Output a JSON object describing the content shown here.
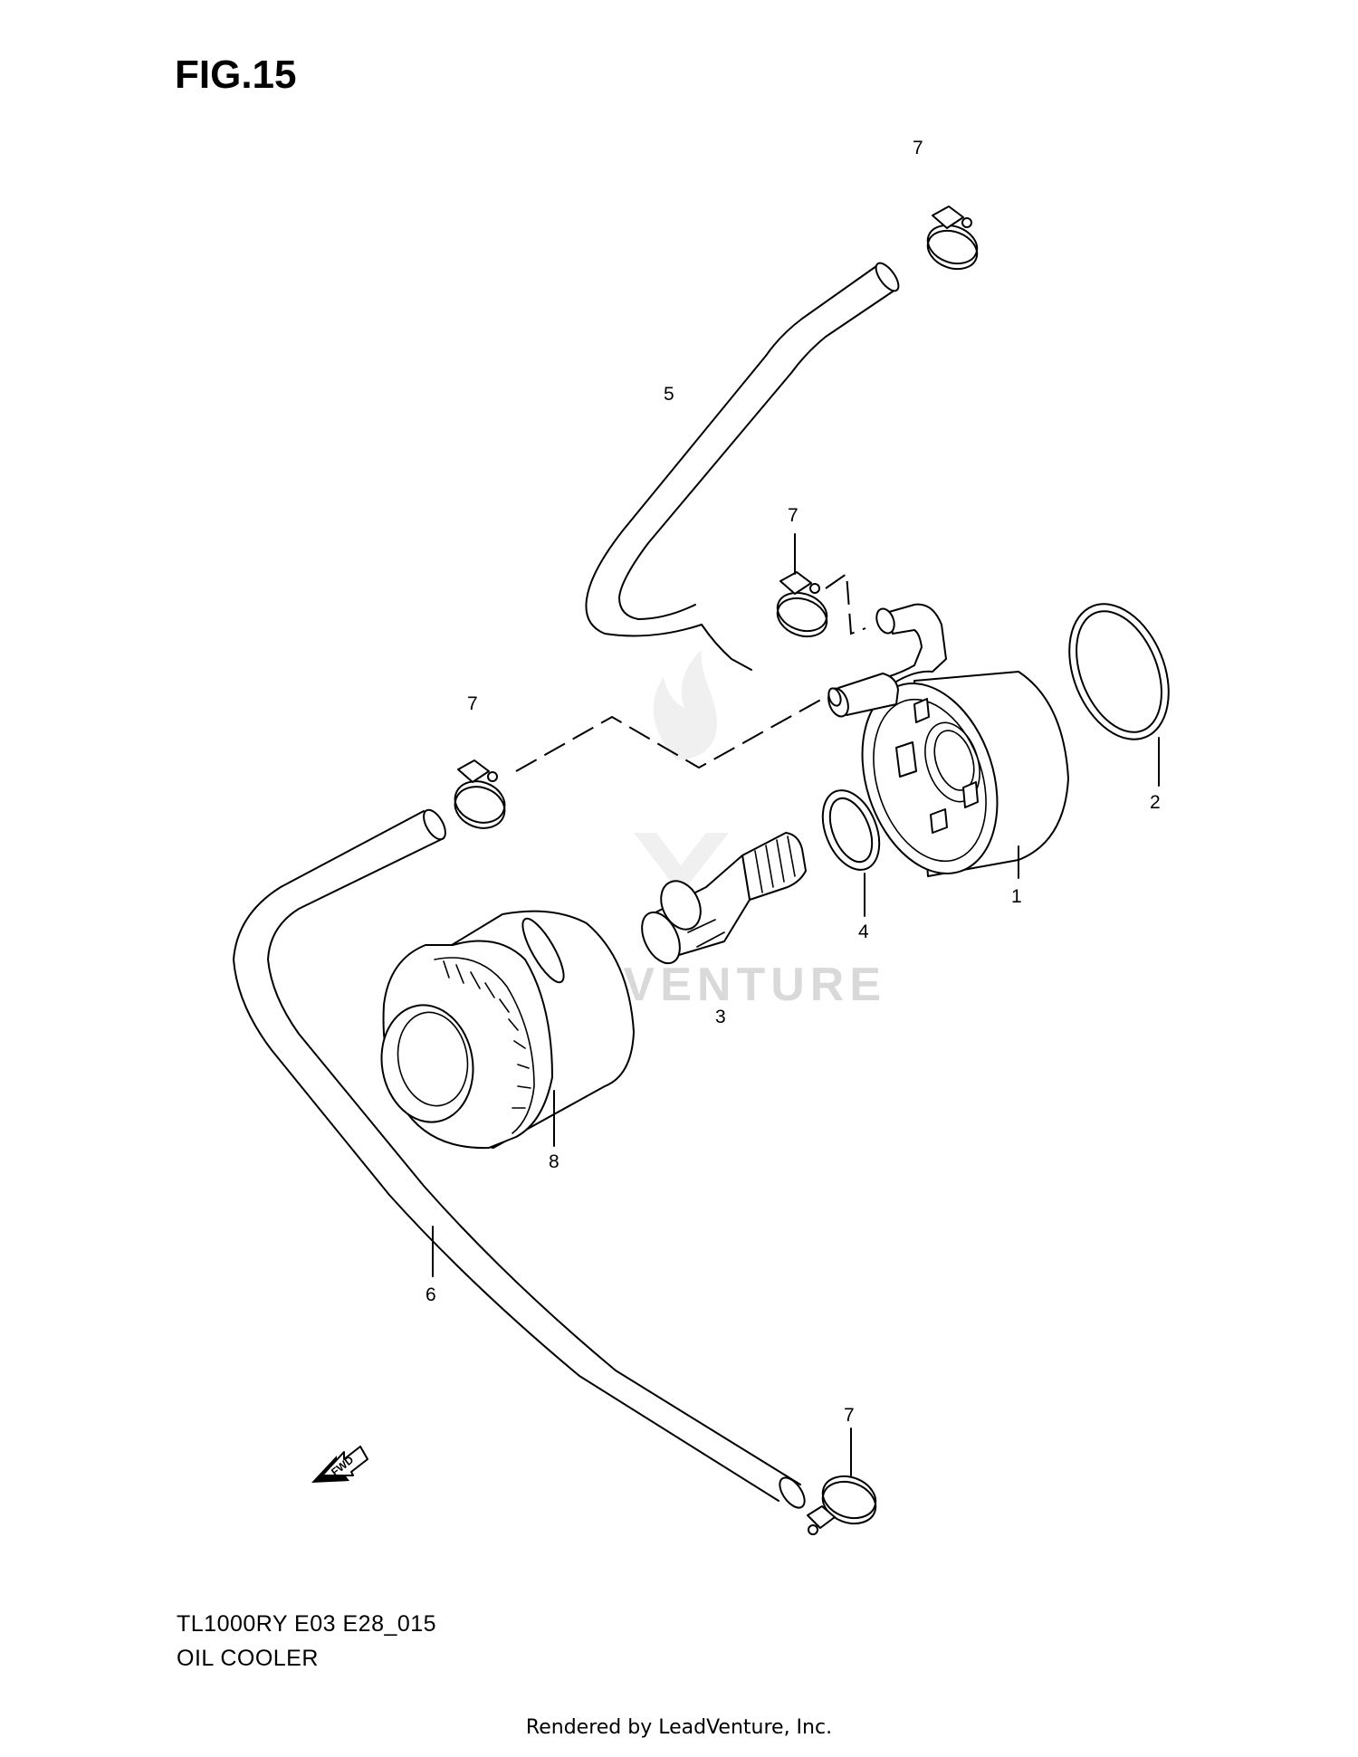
{
  "figure": {
    "title": "FIG.15",
    "ref_code": "TL1000RY E03 E28_015",
    "name": "OIL COOLER",
    "footer": "Rendered by LeadVenture, Inc.",
    "watermark": "LEADVENTURE",
    "fwd_label": "FWD"
  },
  "callouts": [
    {
      "id": "c1",
      "label": "1"
    },
    {
      "id": "c2",
      "label": "2"
    },
    {
      "id": "c3",
      "label": "3"
    },
    {
      "id": "c4",
      "label": "4"
    },
    {
      "id": "c5",
      "label": "5"
    },
    {
      "id": "c6",
      "label": "6"
    },
    {
      "id": "c7a",
      "label": "7"
    },
    {
      "id": "c7b",
      "label": "7"
    },
    {
      "id": "c7c",
      "label": "7"
    },
    {
      "id": "c7d",
      "label": "7"
    },
    {
      "id": "c8",
      "label": "8"
    }
  ],
  "icons": [
    "forward-arrow-icon",
    "leadventure-logo-icon"
  ]
}
